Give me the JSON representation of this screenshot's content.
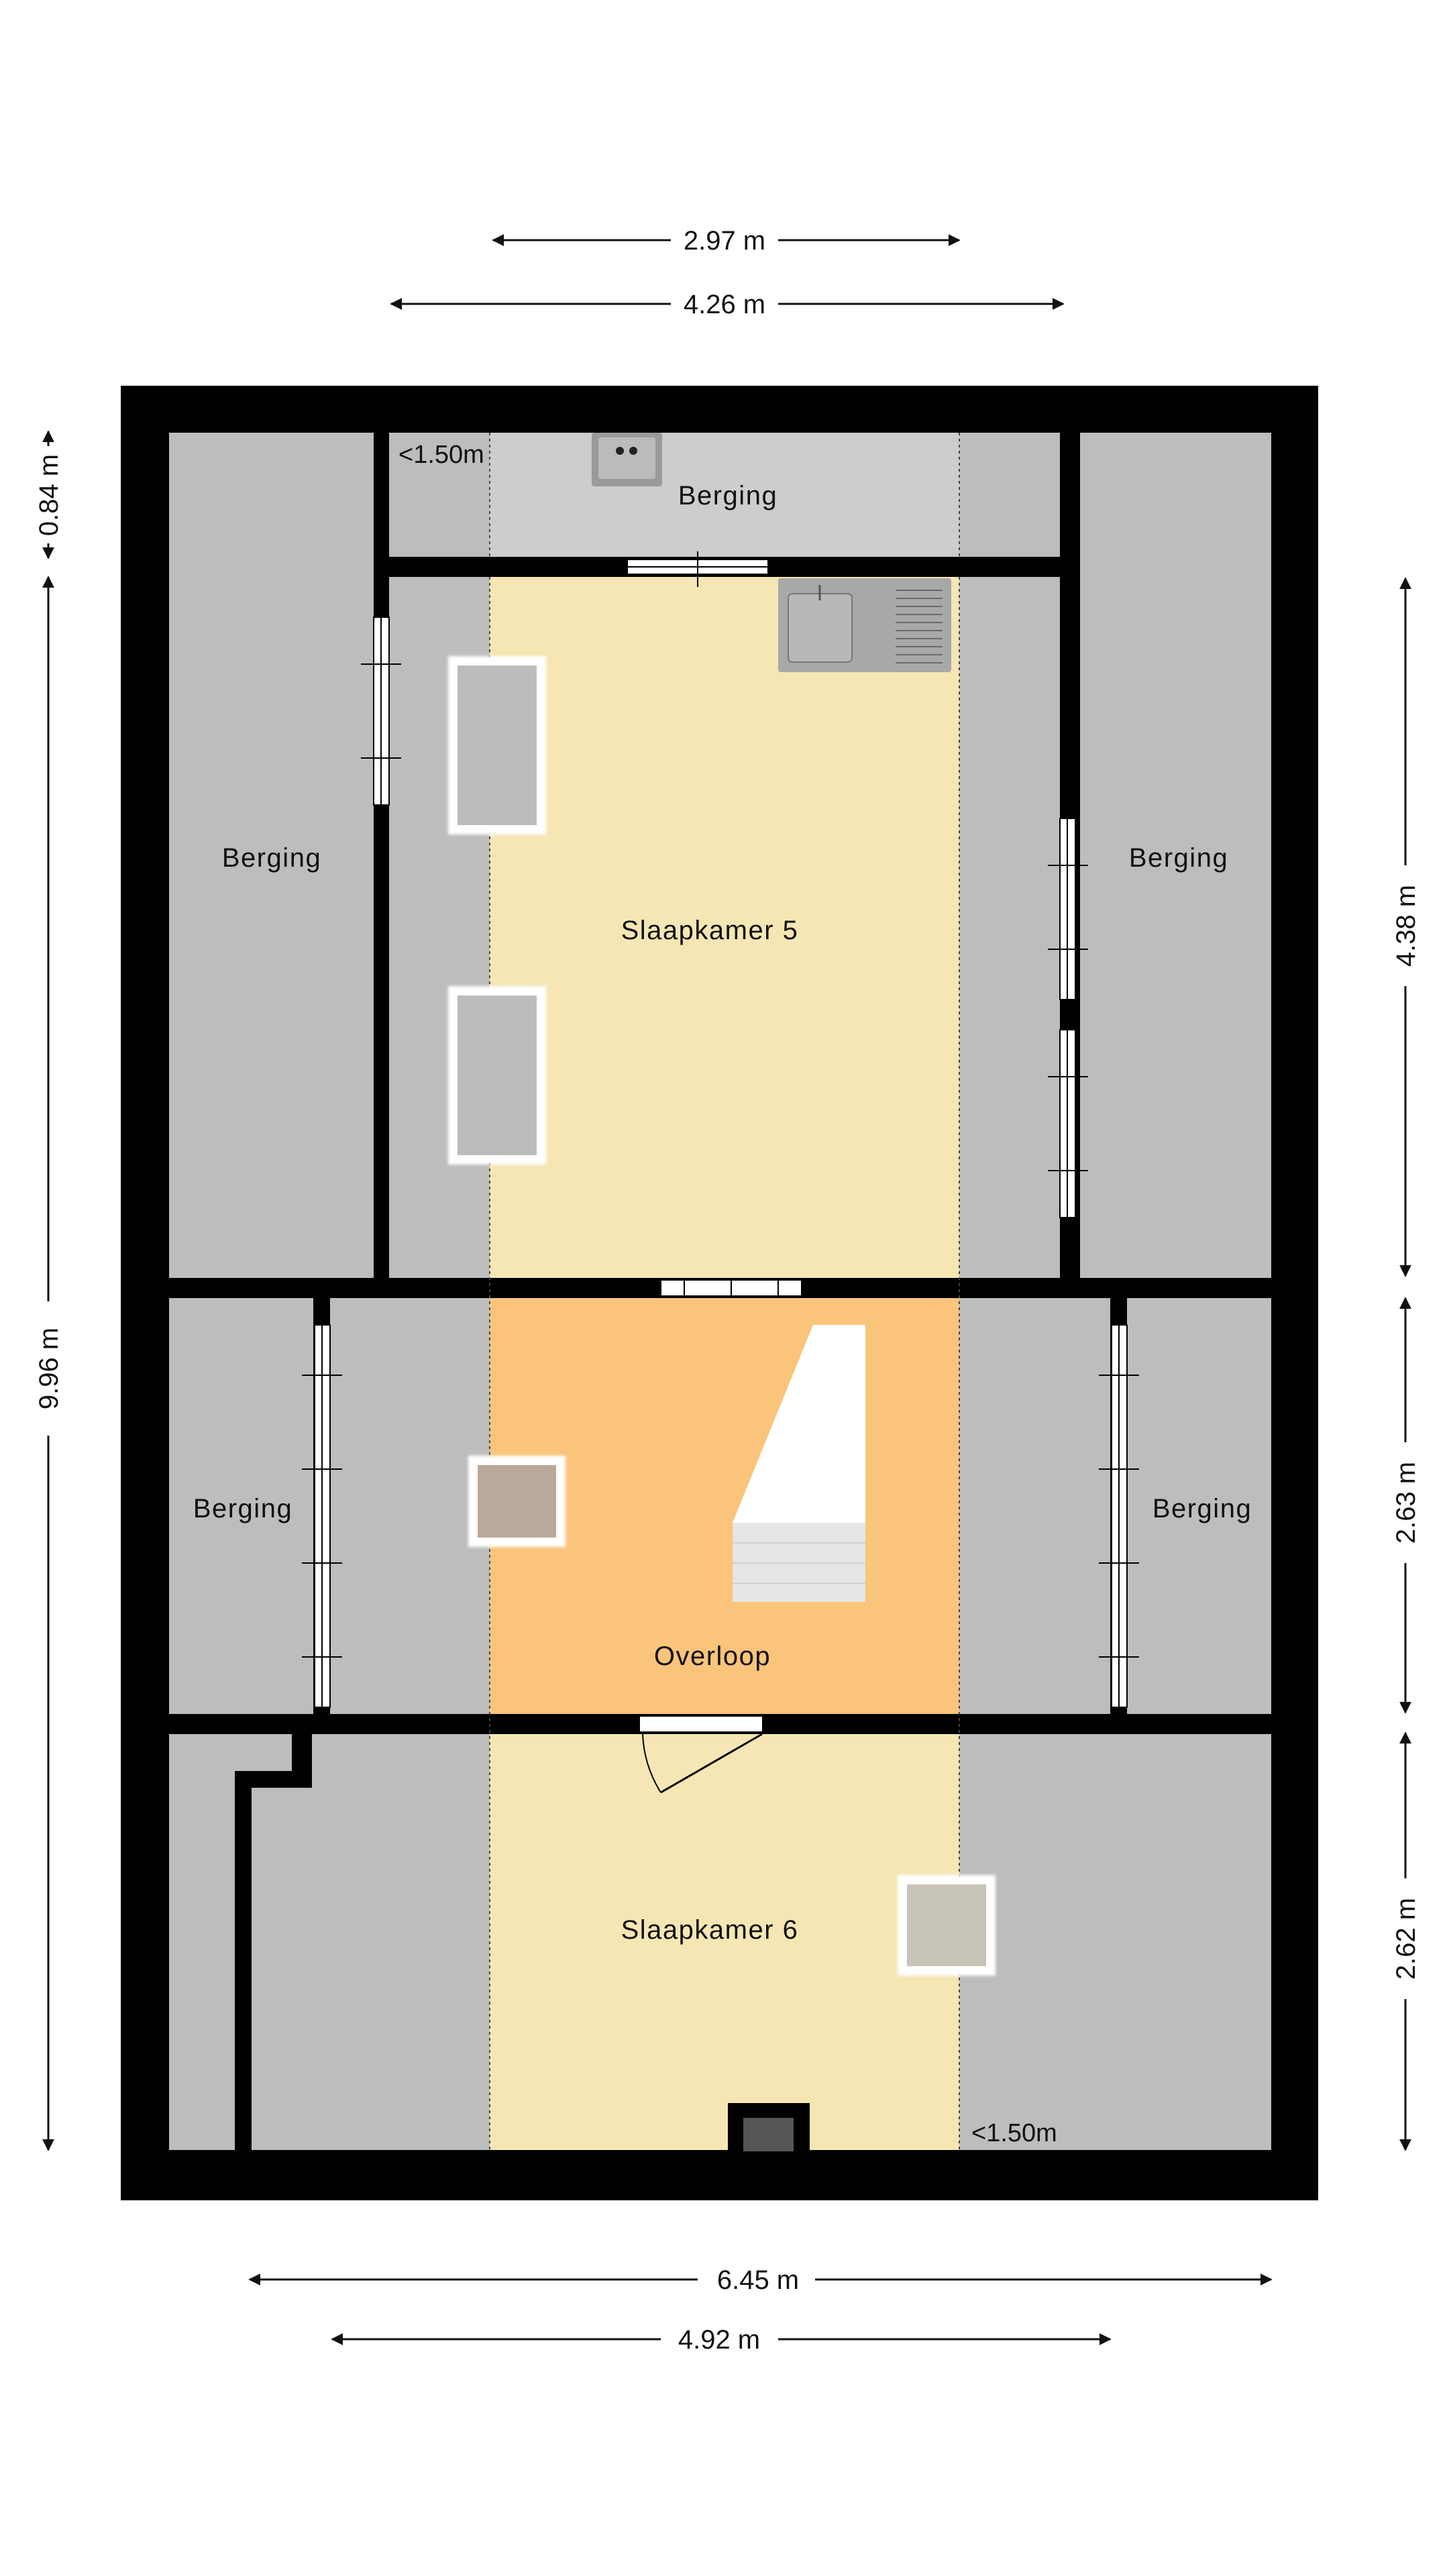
{
  "colors": {
    "wall": "#000000",
    "storage": "#bdbdbd",
    "storage_light": "#cdcdcd",
    "bedroom": "#f5e6b4",
    "landing": "#fac47a",
    "stair": "#ffffff",
    "fixture": "#a8a8a8",
    "dim_line": "#111111"
  },
  "rooms": {
    "berging_top": "Berging",
    "berging_left_top": "Berging",
    "berging_right_top": "Berging",
    "slaapkamer_5": "Slaapkamer 5",
    "berging_left_mid": "Berging",
    "berging_right_mid": "Berging",
    "overloop": "Overloop",
    "slaapkamer_6": "Slaapkamer 6"
  },
  "notes": {
    "low_ceiling_top": "<1.50m",
    "low_ceiling_bottom": "<1.50m"
  },
  "dimensions": {
    "top_inner": "2.97 m",
    "top_outer": "4.26 m",
    "left_top": "0.84 m",
    "left_full": "9.96 m",
    "right_upper": "4.38 m",
    "right_middle": "2.63 m",
    "right_lower": "2.62 m",
    "bottom_outer": "6.45 m",
    "bottom_inner": "4.92 m"
  }
}
